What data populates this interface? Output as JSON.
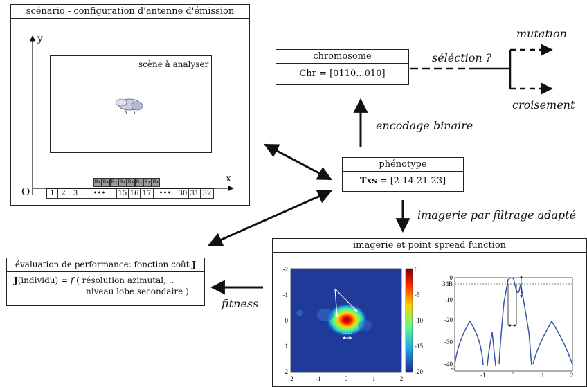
{
  "scenario": {
    "title": "scénario - configuration d'antenne d'émission",
    "scene_label": "scène à analyser",
    "axis_y": "y",
    "axis_x": "x",
    "origin": "O",
    "rx_label": "Rx",
    "antenna_cells": [
      "1",
      "2",
      "3",
      "•••",
      "15",
      "16",
      "17",
      "•••",
      "30",
      "31",
      "32"
    ]
  },
  "chromosome": {
    "title": "chromosome",
    "value": "Chr = [0110...010]"
  },
  "selection_label": "séléction ?",
  "mutation_label": "mutation",
  "croisement_label": "croisement",
  "encodage_label": "encodage binaire",
  "phenotype": {
    "title": "phénotype",
    "value_bold": "Txs",
    "value_rest": " = [2 14 21 23]"
  },
  "imagerie_label": "imagerie par filtrage adapté",
  "evaluation": {
    "title_main": "évaluation de performance: fonction coût ",
    "title_bold": "J",
    "line1_bold": "J",
    "line1_rest": "(individu) = ",
    "line1_f": "f",
    "line1_tail": " ( résolution azimutal, ..",
    "line2": "niveau lobe secondaire )"
  },
  "fitness_label": "fitness",
  "psf_panel": {
    "title": "imagerie et point spread function",
    "image_yticks": [
      "-2",
      "-1",
      "0",
      "1",
      "2"
    ],
    "image_xticks": [
      "-2",
      "-1",
      "0",
      "1",
      "2"
    ],
    "colorbar_ticks": [
      "0",
      "-5",
      "-10",
      "-15",
      "-20"
    ],
    "plot_yticks": [
      "0",
      "3dB",
      "-10",
      "-20",
      "-30",
      "-40"
    ],
    "plot_xticks": [
      "-2",
      "-1",
      "0",
      "1",
      "2"
    ]
  },
  "colors": {
    "line": "#222222",
    "plot_line": "#3355aa",
    "image_bg": "#1f3a9a"
  }
}
